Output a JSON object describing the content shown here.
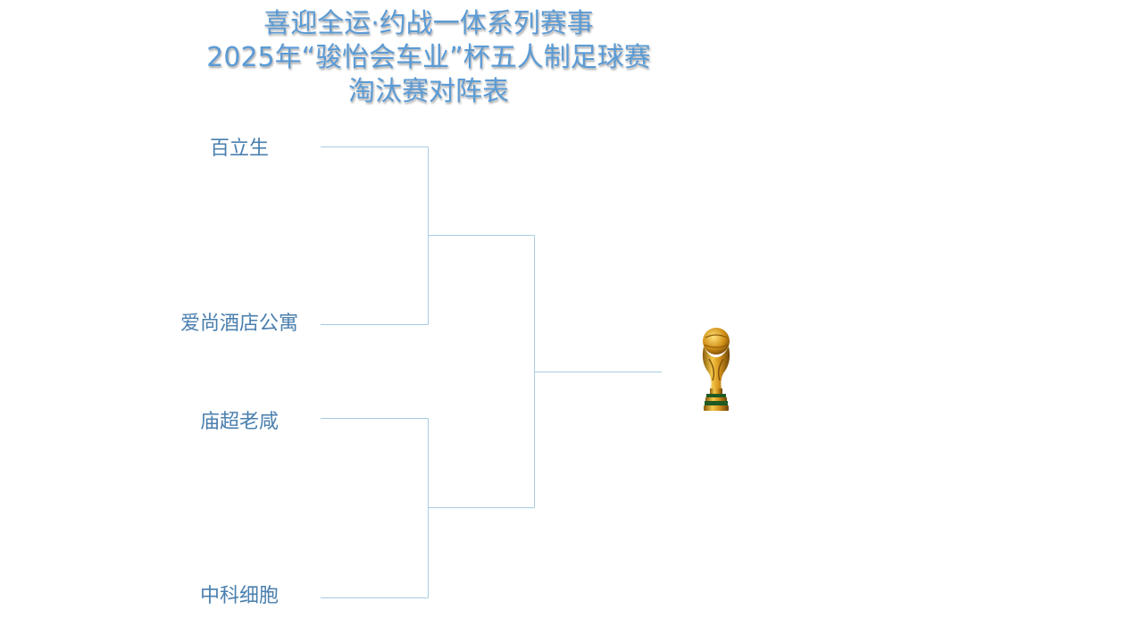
{
  "header": {
    "title_line1": "喜迎全运·约战一体系列赛事",
    "title_line2": "2025年“骏怡会车业”杯五人制足球赛",
    "title_line3": "淘汰赛对阵表"
  },
  "bracket": {
    "teams": [
      "百立生",
      "爱尚酒店公寓",
      "庙超老咸",
      "中科细胞"
    ],
    "line_color": "#a9cce3",
    "text_color": "#4a7fae",
    "title_color": "#5b9bd5"
  },
  "trophy": {
    "icon": "trophy-icon"
  }
}
